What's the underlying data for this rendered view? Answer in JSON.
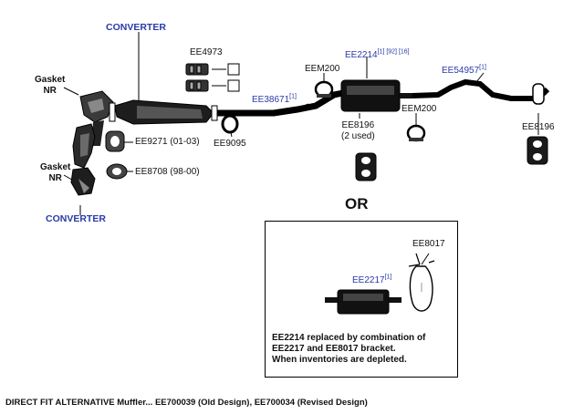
{
  "labels": {
    "converter_top": "CONVERTER",
    "converter_bottom": "CONVERTER",
    "gasket_top": [
      "Gasket",
      "NR"
    ],
    "gasket_bottom": [
      "Gasket",
      "NR"
    ],
    "ee4973": "EE4973",
    "ee38671": "EE38671",
    "ee38671_ref": "[1]",
    "ee9271": "EE9271 (01-03)",
    "ee8708": "EE8708 (98-00)",
    "ee9095": "EE9095",
    "eem200_left": "EEM200",
    "ee2214": "EE2214",
    "ee2214_refs": "[1] [92] [16]",
    "ee8196_mid": [
      "EE8196",
      "(2 used)"
    ],
    "eem200_right": "EEM200",
    "ee54957": "EE54957",
    "ee54957_ref": "[1]",
    "ee8196_right": "EE8196"
  },
  "or_text": "OR",
  "inset": {
    "ee8017": "EE8017",
    "ee2217": "EE2217",
    "ee2217_ref": "[1]",
    "note_lines": [
      "EE2214 replaced by combination of",
      "EE2217 and EE8017 bracket.",
      "When inventories are depleted."
    ]
  },
  "footer": "DIRECT FIT ALTERNATIVE Muffler... EE700039 (Old Design), EE700034 (Revised Design)",
  "colors": {
    "part_label": "#2a3aa8",
    "line": "#000000"
  }
}
